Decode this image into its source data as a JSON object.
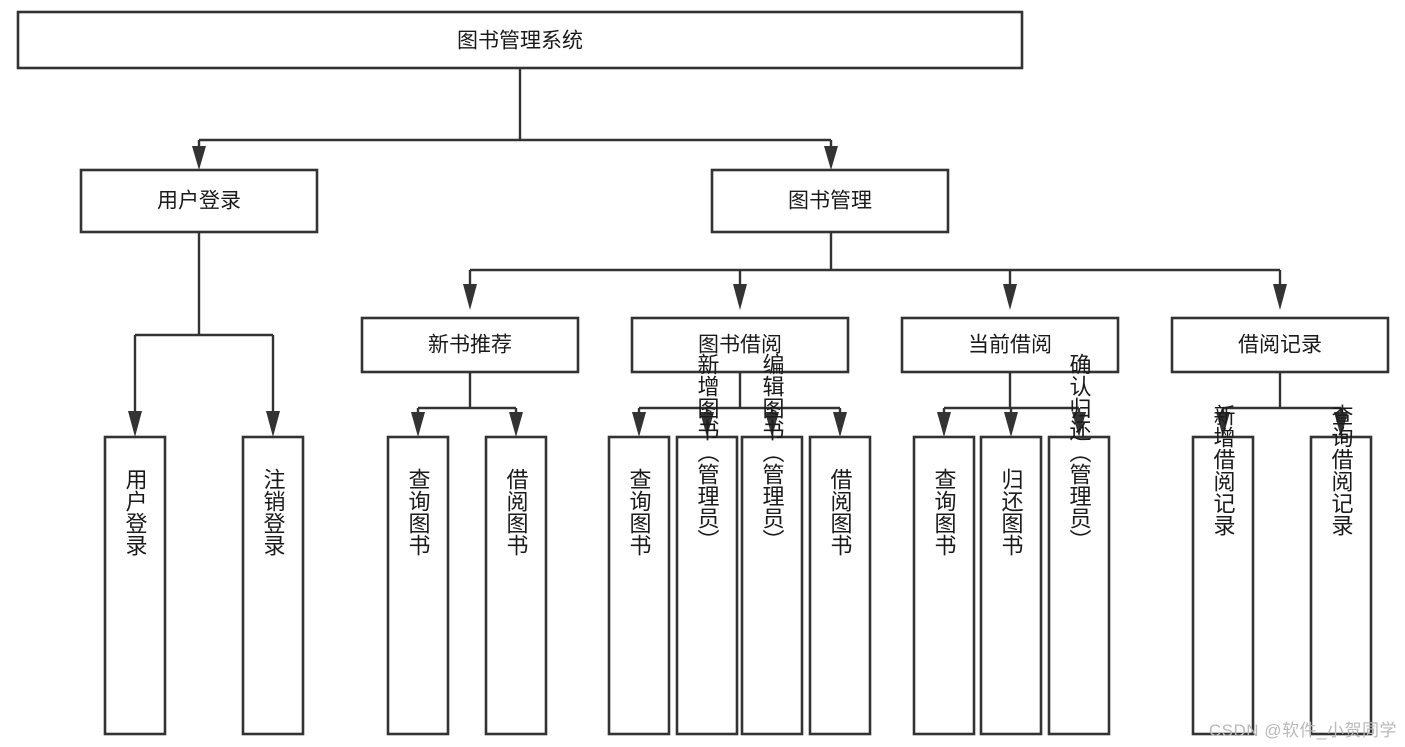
{
  "diagram": {
    "type": "tree-hierarchy",
    "title": "图书管理系统",
    "watermark": "CSDN @软件_小贺同学",
    "colors": {
      "background": "#ffffff",
      "box_stroke": "#333333",
      "box_fill": "#ffffff",
      "text": "#1a1a1a",
      "watermark": "#b9b9b9"
    },
    "levels": {
      "root": [
        "图书管理系统"
      ],
      "level1": [
        "用户登录",
        "图书管理"
      ],
      "level2": [
        "新书推荐",
        "图书借阅",
        "当前借阅",
        "借阅记录"
      ],
      "leaves": [
        "用户登录",
        "注销登录",
        "查询图书",
        "借阅图书",
        "查询图书",
        "新增图书（管理员）",
        "编辑图书（管理员）",
        "借阅图书",
        "查询图书",
        "归还图书",
        "确认归还（管理员）",
        "新增借阅记录",
        "查询借阅记录"
      ]
    },
    "nodes": {
      "root": {
        "label": "图书管理系统"
      },
      "user_login": {
        "label": "用户登录"
      },
      "book_manage": {
        "label": "图书管理"
      },
      "new_book_rec": {
        "label": "新书推荐"
      },
      "book_borrow": {
        "label": "图书借阅"
      },
      "current_borrow": {
        "label": "当前借阅"
      },
      "borrow_record": {
        "label": "借阅记录"
      },
      "leaf_user_login": {
        "label": "用户登录"
      },
      "leaf_user_logout": {
        "label": "注销登录"
      },
      "leaf_query_book_a": {
        "label": "查询图书"
      },
      "leaf_borrow_book_a": {
        "label": "借阅图书"
      },
      "leaf_query_book_b": {
        "label": "查询图书"
      },
      "leaf_add_book": {
        "label": "新增图书（管理员）"
      },
      "leaf_edit_book": {
        "label": "编辑图书（管理员）"
      },
      "leaf_borrow_book_b": {
        "label": "借阅图书"
      },
      "leaf_query_book_c": {
        "label": "查询图书"
      },
      "leaf_return_book": {
        "label": "归还图书"
      },
      "leaf_confirm_return": {
        "label": "确认归还（管理员）"
      },
      "leaf_add_record": {
        "label": "新增借阅记录"
      },
      "leaf_query_record": {
        "label": "查询借阅记录"
      }
    }
  }
}
